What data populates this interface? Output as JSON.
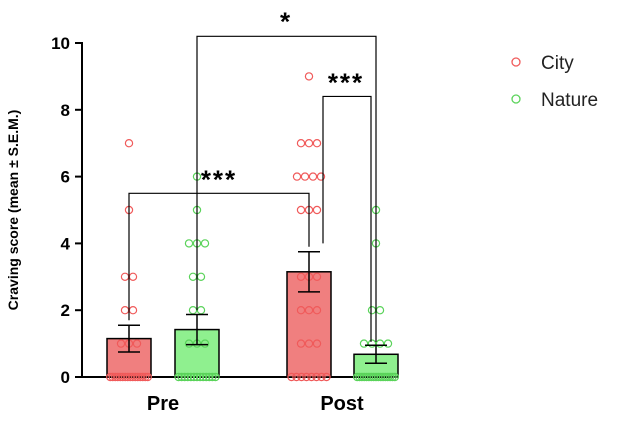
{
  "chart_data": {
    "type": "bar",
    "categories": [
      "Pre",
      "Post"
    ],
    "ylabel": "Craving score (mean ± S.E.M.)",
    "ylim": [
      0,
      10
    ],
    "yticks": [
      0,
      2,
      4,
      6,
      8,
      10
    ],
    "series": [
      {
        "name": "City",
        "color": "#f07f7f",
        "edge": "#f05a5a",
        "values": [
          1.15,
          3.15
        ],
        "sem": [
          0.4,
          0.6
        ],
        "points": [
          [
            0,
            0,
            0,
            0,
            0,
            0,
            0,
            0,
            0,
            0,
            0,
            0,
            0,
            0,
            0,
            0,
            1,
            1,
            1,
            2,
            2,
            3,
            3,
            5,
            7
          ],
          [
            0,
            0,
            0,
            0,
            0,
            0,
            0,
            0,
            1,
            1,
            1,
            2,
            2,
            2,
            3,
            3,
            3,
            5,
            5,
            5,
            6,
            6,
            6,
            6,
            7,
            7,
            7,
            9
          ]
        ]
      },
      {
        "name": "Nature",
        "color": "#8ff08f",
        "edge": "#5ad35a",
        "values": [
          1.42,
          0.68
        ],
        "sem": [
          0.45,
          0.27
        ],
        "points": [
          [
            0,
            0,
            0,
            0,
            0,
            0,
            0,
            0,
            0,
            0,
            0,
            0,
            0,
            1,
            1,
            1,
            2,
            2,
            3,
            3,
            4,
            4,
            4,
            5,
            6
          ],
          [
            0,
            0,
            0,
            0,
            0,
            0,
            0,
            0,
            0,
            0,
            0,
            0,
            0,
            0,
            0,
            0,
            0,
            1,
            1,
            1,
            1,
            2,
            2,
            4,
            5
          ]
        ]
      }
    ],
    "significance": [
      {
        "label": "***",
        "between": [
          "Pre",
          "Post"
        ],
        "series": "City"
      },
      {
        "label": "***",
        "between": [
          "City",
          "Nature"
        ],
        "category": "Post"
      },
      {
        "label": "*",
        "between": [
          "Pre Nature",
          "Post Nature"
        ]
      }
    ],
    "legend_position": "top-right",
    "grid": false
  }
}
